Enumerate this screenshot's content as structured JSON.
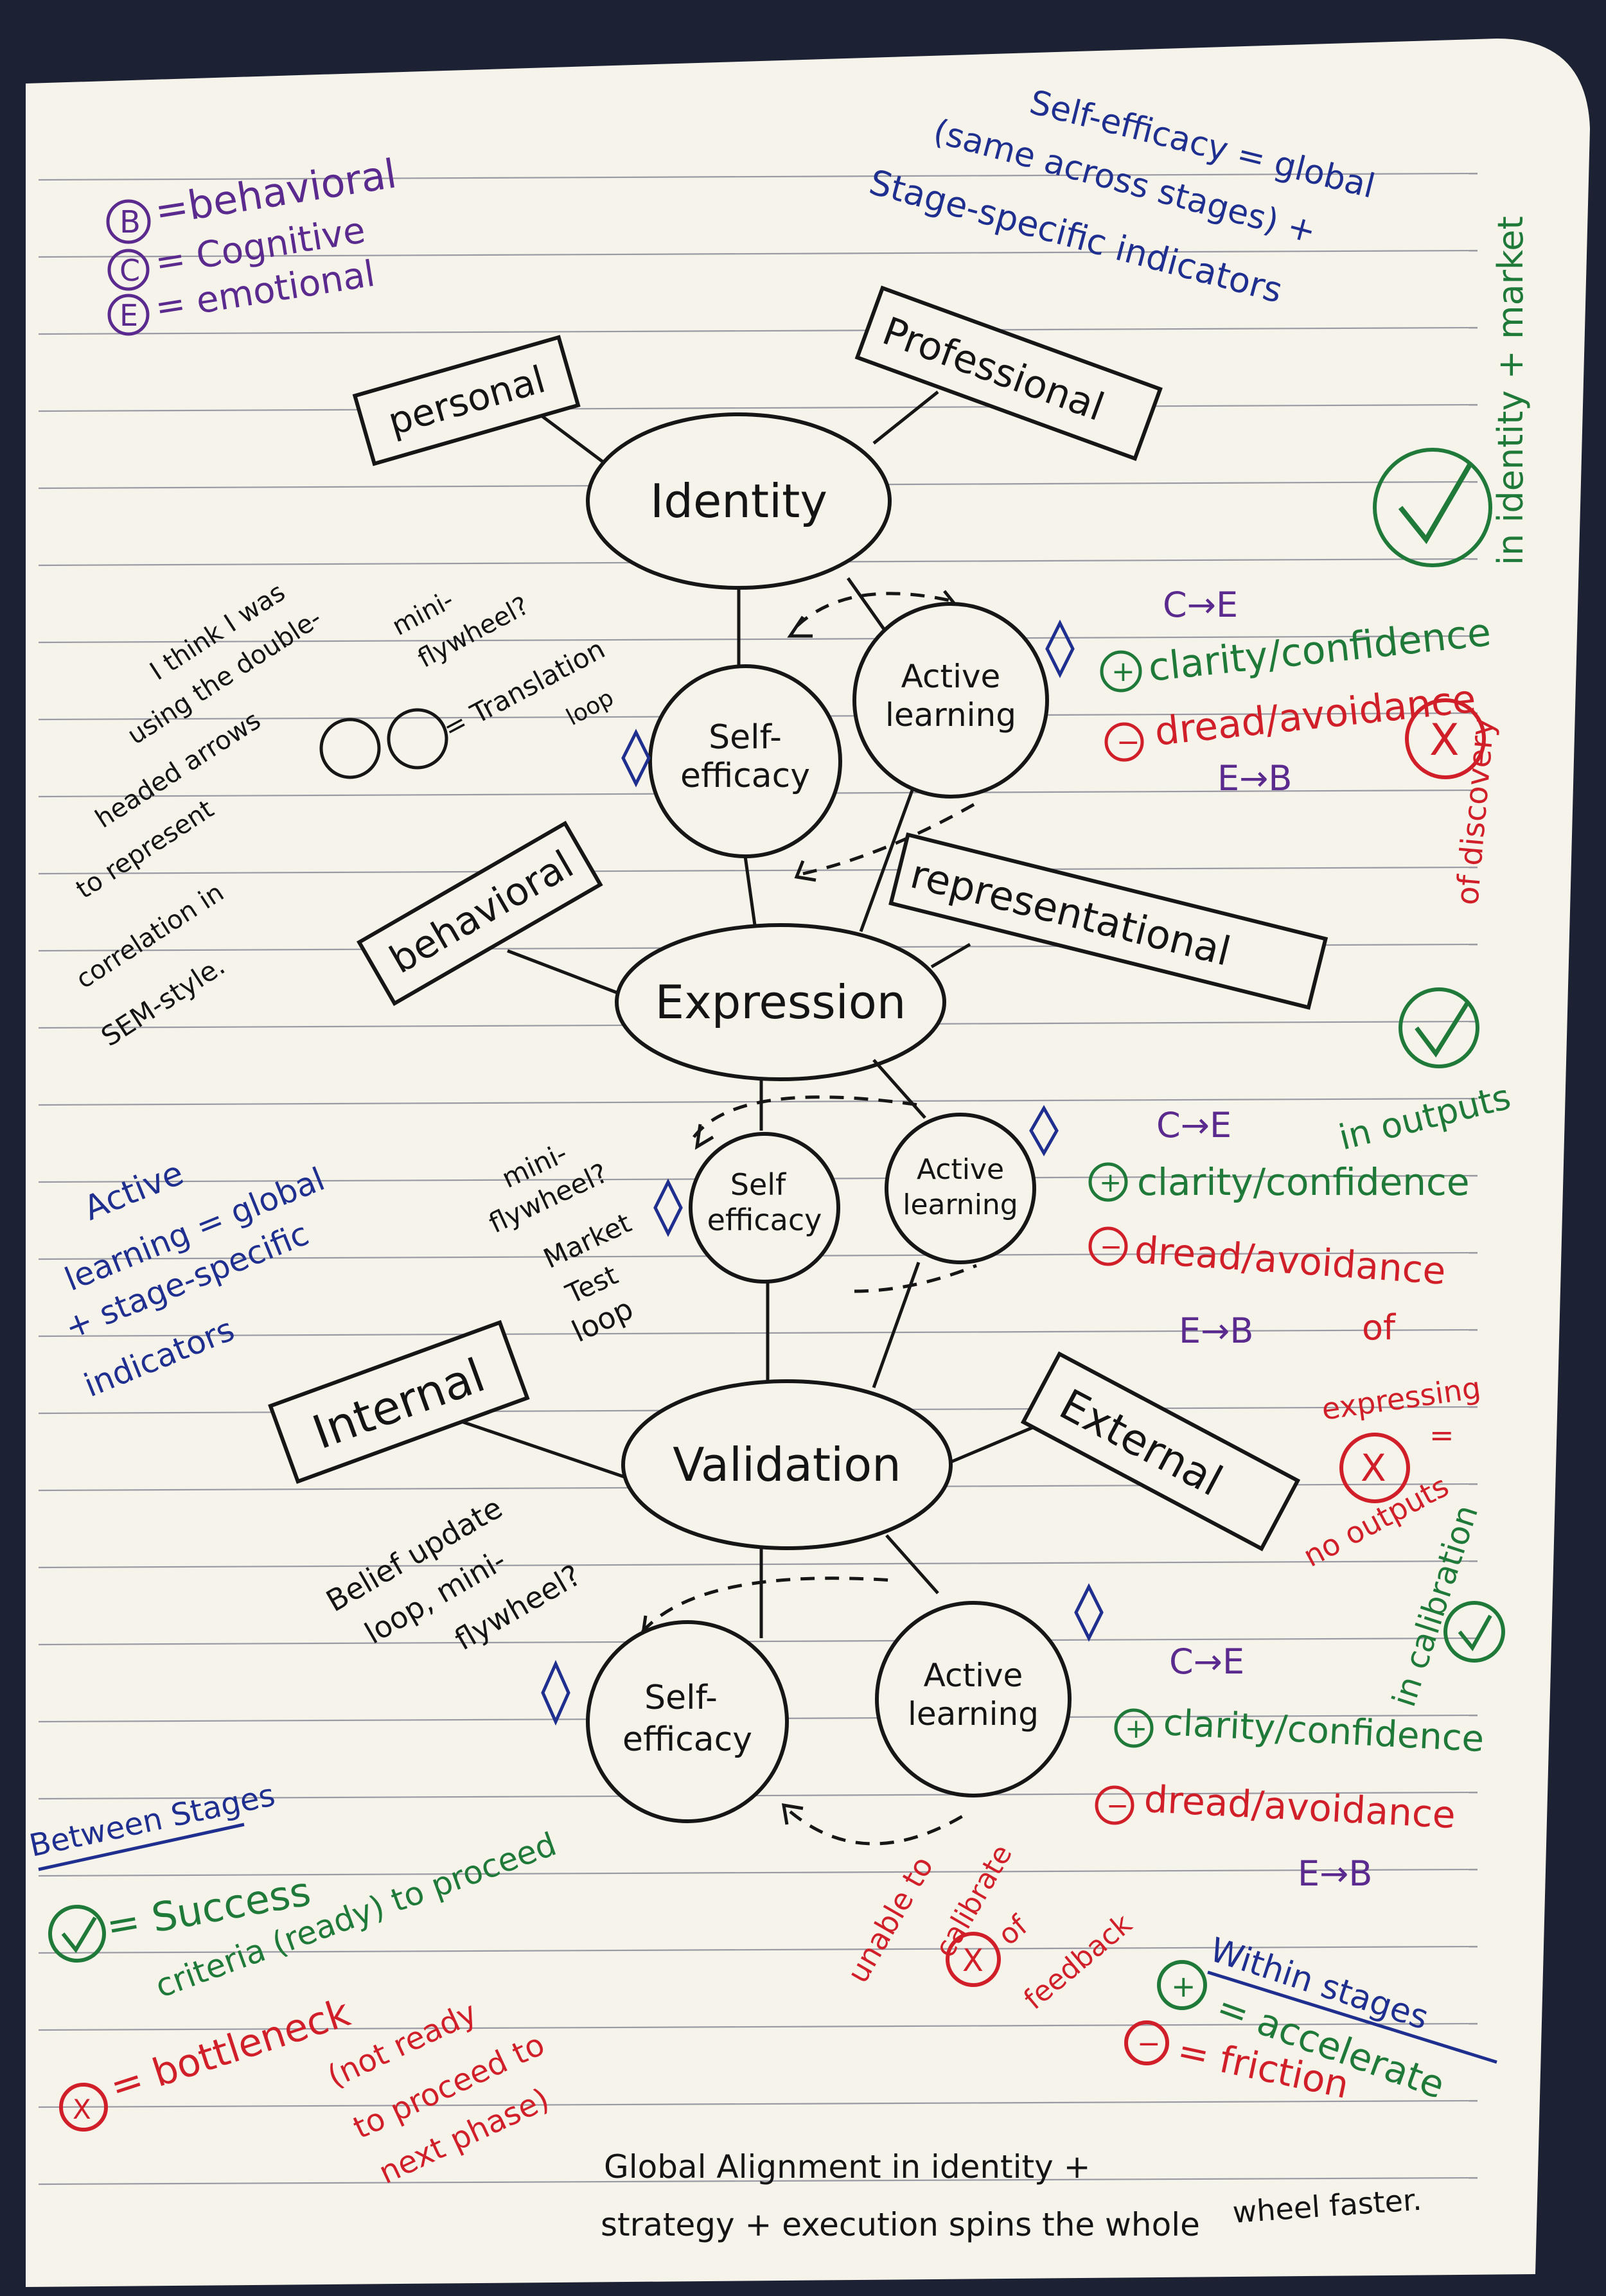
{
  "legend": {
    "b": "B",
    "b_text": "=behavioral",
    "c": "C",
    "c_text": "= Cognitive",
    "e": "E",
    "e_text": "= emotional"
  },
  "top_note": {
    "line1": "Self-efficacy = global",
    "line2": "(same across stages) +",
    "line3": "Stage-specific indicators"
  },
  "identity_stage": {
    "node": "Identity",
    "left_box": "personal",
    "right_box": "Professional",
    "self_efficacy": [
      "Self-",
      "efficacy"
    ],
    "active_learning": [
      "Active",
      "learning"
    ]
  },
  "expression_stage": {
    "node": "Expression",
    "left_box": "behavioral",
    "right_box": "representational",
    "self_efficacy": [
      "Self",
      "efficacy"
    ],
    "active_learning": [
      "Active",
      "learning"
    ]
  },
  "validation_stage": {
    "node": "Validation",
    "left_box": "Internal",
    "right_box": "External",
    "self_efficacy": [
      "Self-",
      "efficacy"
    ],
    "active_learning": [
      "Active",
      "learning"
    ]
  },
  "left_notes": {
    "double_arrow": [
      "I think I was",
      "using the double-",
      "headed arrows",
      "to represent",
      "correlation in",
      "SEM-style."
    ],
    "translation_loop": [
      "mini-",
      "flywheel?",
      "= Translation",
      "loop"
    ],
    "active_learning_global": [
      "Active",
      "learning = global",
      "+ stage-specific",
      "indicators"
    ],
    "market_test": [
      "mini-",
      "flywheel?",
      "Market",
      "Test",
      "loop"
    ],
    "belief_update": [
      "Belief update",
      "loop, mini-",
      "flywheel?"
    ]
  },
  "right_identity": {
    "side_label": "in identity + market",
    "c_to_e": "C→E",
    "plus": "clarity/confidence",
    "minus": "dread/avoidance",
    "e_to_b": "E→B",
    "x_label": "of discovery"
  },
  "right_expression": {
    "check_label": "in outputs",
    "c_to_e": "C→E",
    "plus": "clarity/confidence",
    "minus": "dread/avoidance",
    "of": "of",
    "e_to_b": "E→B",
    "expressing": "expressing",
    "eq": "=",
    "no_outputs": "no outputs"
  },
  "right_validation": {
    "calibration": "in calibration",
    "c_to_e": "C→E",
    "plus": "clarity/confidence",
    "minus": "dread/avoidance",
    "e_to_b": "E→B",
    "unable": [
      "unable to",
      "calibrate",
      "of",
      "feedback"
    ]
  },
  "between_stages": {
    "title": "Between Stages",
    "success": "= Success",
    "criteria": "criteria (ready) to proceed",
    "bottleneck": "= bottleneck",
    "not_ready": [
      "(not ready",
      "to proceed to",
      "next phase)"
    ]
  },
  "within_stages": {
    "title": "Within stages",
    "plus": "= accelerate",
    "minus": "= friction"
  },
  "footer": {
    "line1": "Global Alignment in identity +",
    "line2": "strategy + execution spins the whole",
    "line3": "wheel faster."
  },
  "colors": {
    "ink": "#141414",
    "purple": "#5a2a8e",
    "blue": "#1f2f8f",
    "green": "#1f7a3a",
    "red": "#d11f2a",
    "paper": "#f6f3ea"
  }
}
